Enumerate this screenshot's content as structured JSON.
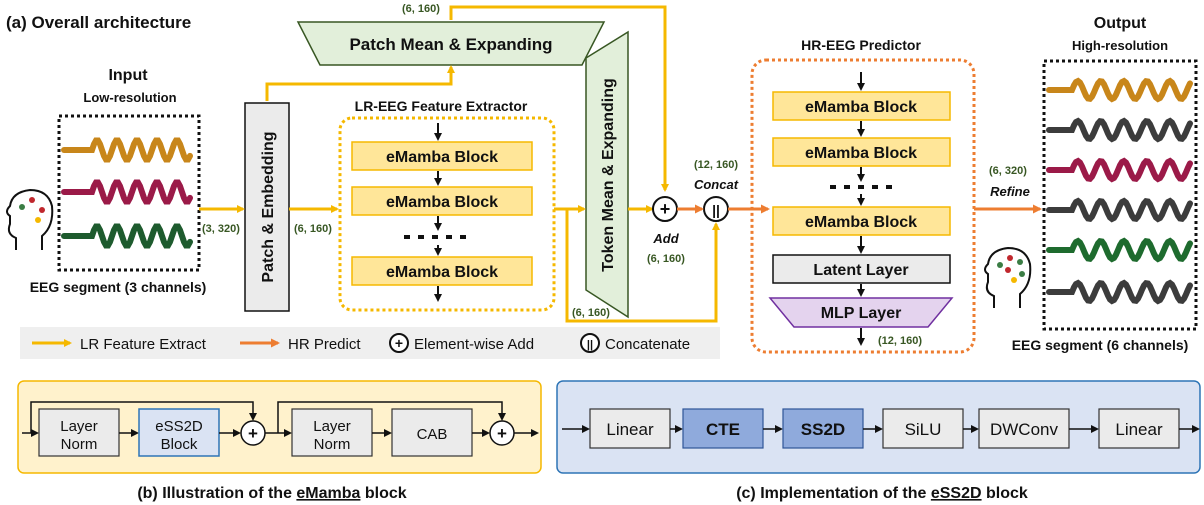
{
  "architecture": {
    "title": "(a) Overall architecture",
    "input": {
      "heading": "Input",
      "subheading": "Low-resolution",
      "caption": "EEG segment (3 channels)",
      "waves": [
        "#c8861a",
        "#9b1a48",
        "#1e5b2e"
      ]
    },
    "patch_embedding": "Patch & Embedding",
    "patch_mean": "Patch Mean & Expanding",
    "token_mean": "Token Mean & Expanding",
    "lr_extractor": {
      "title": "LR-EEG Feature Extractor",
      "blocks": [
        "eMamba Block",
        "eMamba Block",
        "eMamba Block"
      ]
    },
    "hr_predictor": {
      "title": "HR-EEG Predictor",
      "blocks": [
        "eMamba Block",
        "eMamba Block",
        "eMamba Block"
      ],
      "latent": "Latent Layer",
      "mlp": "MLP Layer"
    },
    "ops": {
      "add": "Add",
      "concat": "Concat",
      "refine": "Refine",
      "add_symbol": "+",
      "concat_symbol": "||"
    },
    "dims": {
      "input": "(3, 320)",
      "embed": "(6, 160)",
      "top": "(6, 160)",
      "add": "(6, 160)",
      "bottom": "(6, 160)",
      "concat": "(12, 160)",
      "mlp_out": "(12, 160)",
      "refine": "(6, 320)"
    },
    "output": {
      "heading": "Output",
      "subheading": "High-resolution",
      "caption": "EEG segment (6 channels)",
      "waves": [
        "#c8861a",
        "#3c3c3c",
        "#9b1a48",
        "#3c3c3c",
        "#1e6b2e",
        "#3c3c3c"
      ]
    },
    "legend": {
      "lr": "LR Feature Extract",
      "hr": "HR Predict",
      "add": "Element-wise Add",
      "concat": "Concatenate"
    },
    "colors": {
      "lr_arrow": "#f5b800",
      "hr_arrow": "#ed7d31",
      "block_fill": "#ffe699",
      "green_fill": "#e2efda",
      "purple": "#7030a0"
    }
  },
  "emamba": {
    "boxes": [
      "Layer\nNorm",
      "eSS2D\nBlock",
      "Layer\nNorm",
      "CAB"
    ],
    "caption_prefix": "(b) Illustration of the ",
    "caption_key": "eMamba",
    "caption_suffix": " block"
  },
  "ess2d": {
    "boxes": [
      "Linear",
      "CTE",
      "SS2D",
      "SiLU",
      "DWConv",
      "Linear"
    ],
    "caption_prefix": "(c) Implementation of the ",
    "caption_key": "eSS2D",
    "caption_suffix": " block"
  }
}
